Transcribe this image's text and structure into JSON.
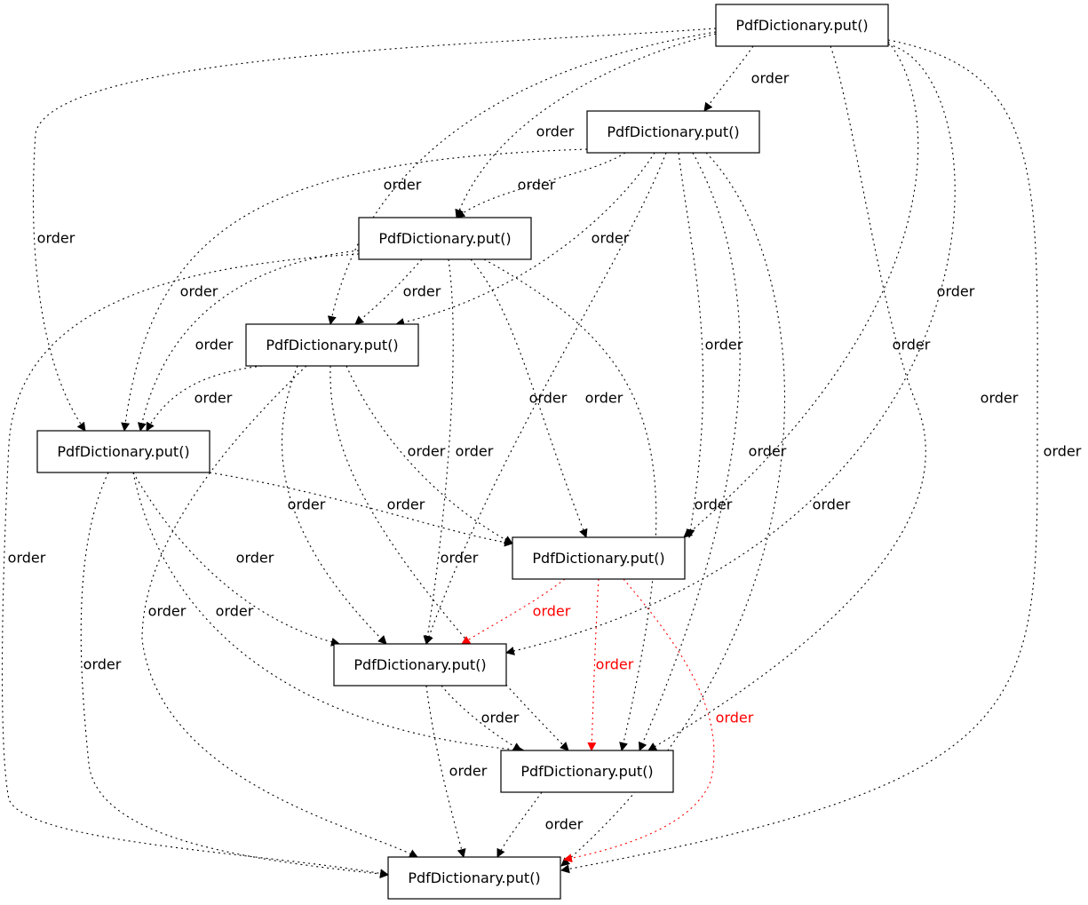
{
  "graph": {
    "edge_color": "#000000",
    "highlight_color": "#ff0000",
    "nodes": [
      {
        "id": "n1",
        "label": "PdfDictionary.put()"
      },
      {
        "id": "n2",
        "label": "PdfDictionary.put()"
      },
      {
        "id": "n3",
        "label": "PdfDictionary.put()"
      },
      {
        "id": "n4",
        "label": "PdfDictionary.put()"
      },
      {
        "id": "n5",
        "label": "PdfDictionary.put()"
      },
      {
        "id": "n6",
        "label": "PdfDictionary.put()"
      },
      {
        "id": "n7",
        "label": "PdfDictionary.put()"
      },
      {
        "id": "n8",
        "label": "PdfDictionary.put()"
      },
      {
        "id": "n9",
        "label": "PdfDictionary.put()"
      }
    ],
    "edges": [
      {
        "from": "n1",
        "to": "n2",
        "label": "order",
        "highlighted": false
      },
      {
        "from": "n1",
        "to": "n3",
        "label": "order",
        "highlighted": false
      },
      {
        "from": "n1",
        "to": "n4",
        "label": "order",
        "highlighted": false
      },
      {
        "from": "n1",
        "to": "n5",
        "label": "order",
        "highlighted": false
      },
      {
        "from": "n1",
        "to": "n6",
        "label": "order",
        "highlighted": false
      },
      {
        "from": "n1",
        "to": "n7",
        "label": "order",
        "highlighted": false
      },
      {
        "from": "n1",
        "to": "n8",
        "label": "order",
        "highlighted": false
      },
      {
        "from": "n1",
        "to": "n9",
        "label": "order",
        "highlighted": false
      },
      {
        "from": "n2",
        "to": "n3",
        "label": "order",
        "highlighted": false
      },
      {
        "from": "n2",
        "to": "n4",
        "label": "order",
        "highlighted": false
      },
      {
        "from": "n2",
        "to": "n5",
        "label": "order",
        "highlighted": false
      },
      {
        "from": "n2",
        "to": "n6",
        "label": "order",
        "highlighted": false
      },
      {
        "from": "n2",
        "to": "n7",
        "label": "order",
        "highlighted": false
      },
      {
        "from": "n2",
        "to": "n8",
        "label": "order",
        "highlighted": false
      },
      {
        "from": "n2",
        "to": "n9",
        "label": "order",
        "highlighted": false
      },
      {
        "from": "n3",
        "to": "n4",
        "label": "order",
        "highlighted": false
      },
      {
        "from": "n3",
        "to": "n5",
        "label": "order",
        "highlighted": false
      },
      {
        "from": "n3",
        "to": "n6",
        "label": "order",
        "highlighted": false
      },
      {
        "from": "n3",
        "to": "n7",
        "label": "order",
        "highlighted": false
      },
      {
        "from": "n3",
        "to": "n8",
        "label": "order",
        "highlighted": false
      },
      {
        "from": "n3",
        "to": "n9",
        "label": "order",
        "highlighted": false
      },
      {
        "from": "n4",
        "to": "n5",
        "label": "order",
        "highlighted": false
      },
      {
        "from": "n4",
        "to": "n6",
        "label": "order",
        "highlighted": false
      },
      {
        "from": "n4",
        "to": "n7",
        "label": "order",
        "highlighted": false
      },
      {
        "from": "n4",
        "to": "n8",
        "label": "order",
        "highlighted": false
      },
      {
        "from": "n4",
        "to": "n9",
        "label": "order",
        "highlighted": false
      },
      {
        "from": "n5",
        "to": "n6",
        "label": "order",
        "highlighted": false
      },
      {
        "from": "n5",
        "to": "n7",
        "label": "order",
        "highlighted": false
      },
      {
        "from": "n5",
        "to": "n8",
        "label": "order",
        "highlighted": false
      },
      {
        "from": "n5",
        "to": "n9",
        "label": "order",
        "highlighted": false
      },
      {
        "from": "n6",
        "to": "n7",
        "label": "order",
        "highlighted": true
      },
      {
        "from": "n6",
        "to": "n8",
        "label": "order",
        "highlighted": true
      },
      {
        "from": "n6",
        "to": "n9",
        "label": "order",
        "highlighted": true
      },
      {
        "from": "n7",
        "to": "n8",
        "label": "order",
        "highlighted": false
      },
      {
        "from": "n7",
        "to": "n9",
        "label": "order",
        "highlighted": false
      },
      {
        "from": "n8",
        "to": "n9",
        "label": "order",
        "highlighted": false
      }
    ]
  }
}
